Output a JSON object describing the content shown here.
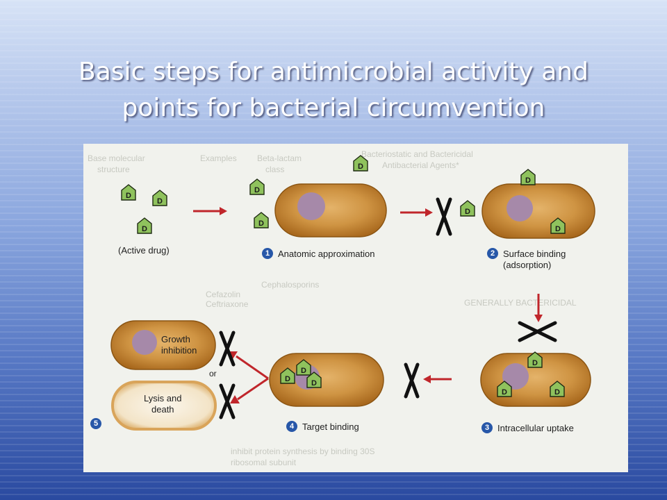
{
  "slide": {
    "title_line1": "Basic steps for antimicrobial activity and",
    "title_line2": "points for bacterial circumvention"
  },
  "diagram": {
    "active_drug_label": "(Active drug)",
    "drug_symbol": "D",
    "or_label": "or",
    "steps": [
      {
        "number": "1",
        "label": "Anatomic approximation"
      },
      {
        "number": "2",
        "label_line1": "Surface binding",
        "label_line2": "(adsorption)"
      },
      {
        "number": "3",
        "label": "Intracellular uptake"
      },
      {
        "number": "4",
        "label": "Target binding"
      },
      {
        "number": "5"
      }
    ],
    "outcome_growth_line1": "Growth",
    "outcome_growth_line2": "inhibition",
    "outcome_lysis_line1": "Lysis and",
    "outcome_lysis_line2": "death"
  },
  "background_text": {
    "line_1": "Bacteriostatic and Bactericidal",
    "line_2": "Antibacterial Agents*",
    "line_3": "Beta-lactam",
    "line_4": "class",
    "line_5": "Examples",
    "line_6": "Base molecular",
    "line_7": "structure",
    "line_8": "Cephalosporins",
    "line_9": "Cefazolin",
    "line_10": "Ceftriaxone",
    "line_11": "GENERALLY BACTERICIDAL",
    "line_12": "inhibit protein synthesis by binding 30S",
    "line_13": "ribosomal subunit"
  },
  "colors": {
    "cell_fill": "#c98c3c",
    "cell_edge": "#8a5412",
    "nucleus": "#a689a9",
    "drug_fill": "#8fc25d",
    "arrow": "#c0262b",
    "cross": "#111111",
    "badge": "#2757a8"
  }
}
